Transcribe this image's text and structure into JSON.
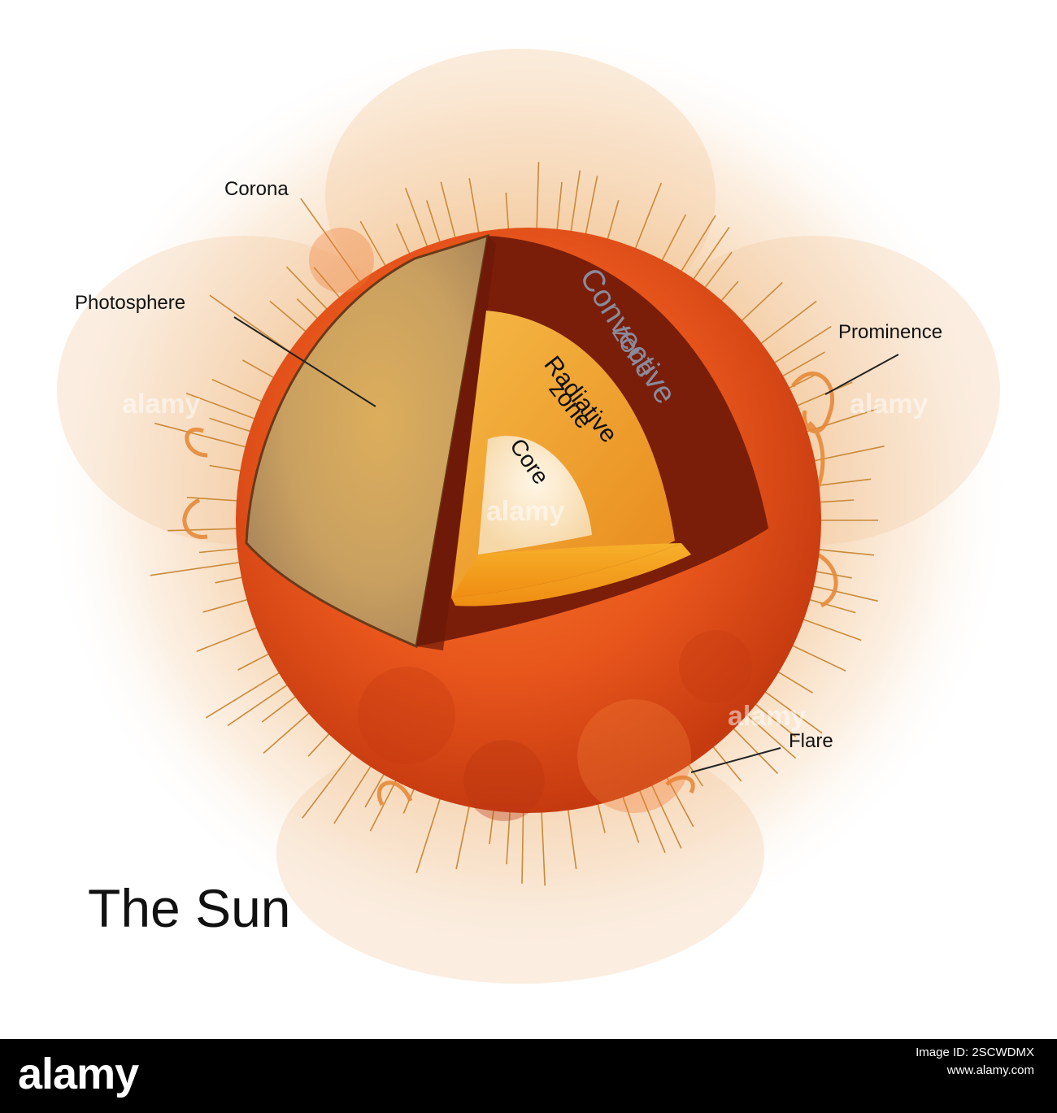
{
  "title": "The Sun",
  "labels": {
    "corona": "Corona",
    "photosphere": "Photosphere",
    "convective_zone_line1": "Convective",
    "convective_zone_line2": "zone",
    "radiative_zone_line1": "Radiative",
    "radiative_zone_line2": "zone",
    "core": "Core",
    "prominence": "Prominence",
    "flare": "Flare"
  },
  "watermark": "alamy",
  "footer": {
    "logo": "alamy",
    "image_id_line1": "Image ID: 2SCWDMX",
    "image_id_line2": "www.alamy.com"
  },
  "colors": {
    "corona_glow": "#f3c89a",
    "surface": "#e8561c",
    "surface_dark": "#c63a10",
    "photosphere": "#c9a060",
    "convective_zone": "#7a1e0a",
    "radiative_zone": "#f0a030",
    "core": "#fbe6c4",
    "label_text": "#111111",
    "convective_text": "#8a8a9a"
  }
}
